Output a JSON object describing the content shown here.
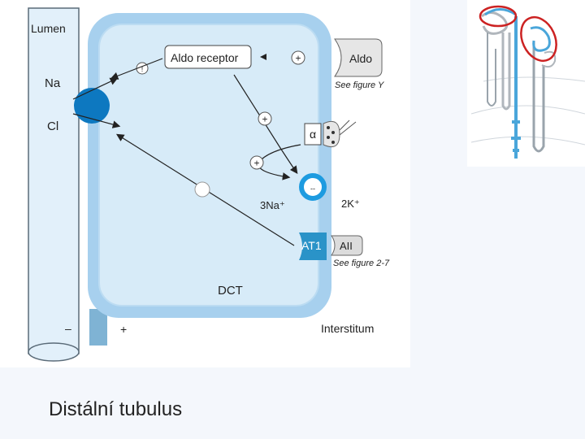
{
  "labels": {
    "lumen": "Lumen",
    "na": "Na",
    "cl": "Cl",
    "aldo_receptor": "Aldo receptor",
    "aldo": "Aldo",
    "see_figure_y": "See figure Y",
    "alpha": "α",
    "three_na": "3Na⁺",
    "two_k": "2K⁺",
    "at1": "AT1",
    "aii": "AII",
    "see_figure_2_7": "See figure 2-7",
    "dct": "DCT",
    "interstitum": "Interstitum",
    "minus": "–",
    "plus": "+",
    "plus_sign": "+",
    "minus_sign": "–",
    "pump_minus": "--",
    "inhibit_sign": "!"
  },
  "caption": "Distální tubulus",
  "colors": {
    "cell_fill": "#d7ebf8",
    "cell_border": "#a7d0ee",
    "lumen_fill": "#e2f0fa",
    "transporter": "#0d78c0",
    "pump_ring": "#1d9be0",
    "at1_fill": "#2a93c8",
    "highlight_circle": "#cc2222"
  }
}
